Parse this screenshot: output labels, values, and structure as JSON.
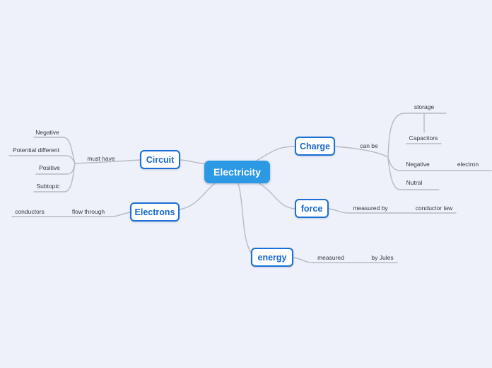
{
  "title": "Electricity mind map",
  "colors": {
    "background": "#eef1fa",
    "root_fill": "#2b99e4",
    "root_text": "#ffffff",
    "child_border": "#1b6fd6",
    "child_text": "#1667cc",
    "connector": "#b7bbc2",
    "label_text": "#34383e"
  },
  "nodes": {
    "root": "Electricity",
    "charge": "Charge",
    "circuit": "Circuit",
    "electrons": "Electrons",
    "force": "force",
    "energy": "energy"
  },
  "edge_labels": {
    "can_be": "can be",
    "must_have": "must have",
    "flow_through": "flow through",
    "measured_by": "measured by",
    "measured": "measured"
  },
  "leaves": {
    "storage": "storage",
    "capacitors": "Capacitors",
    "negative_right": "Negative",
    "electron": "electron",
    "nutral": "Nutral",
    "negative_left": "Negative",
    "potential_different": "Potential different",
    "positive": "Positive",
    "subtopic": "Subtopic",
    "conductors": "conductors",
    "conductor_law": "conductor law",
    "by_jules": "by Jules"
  }
}
